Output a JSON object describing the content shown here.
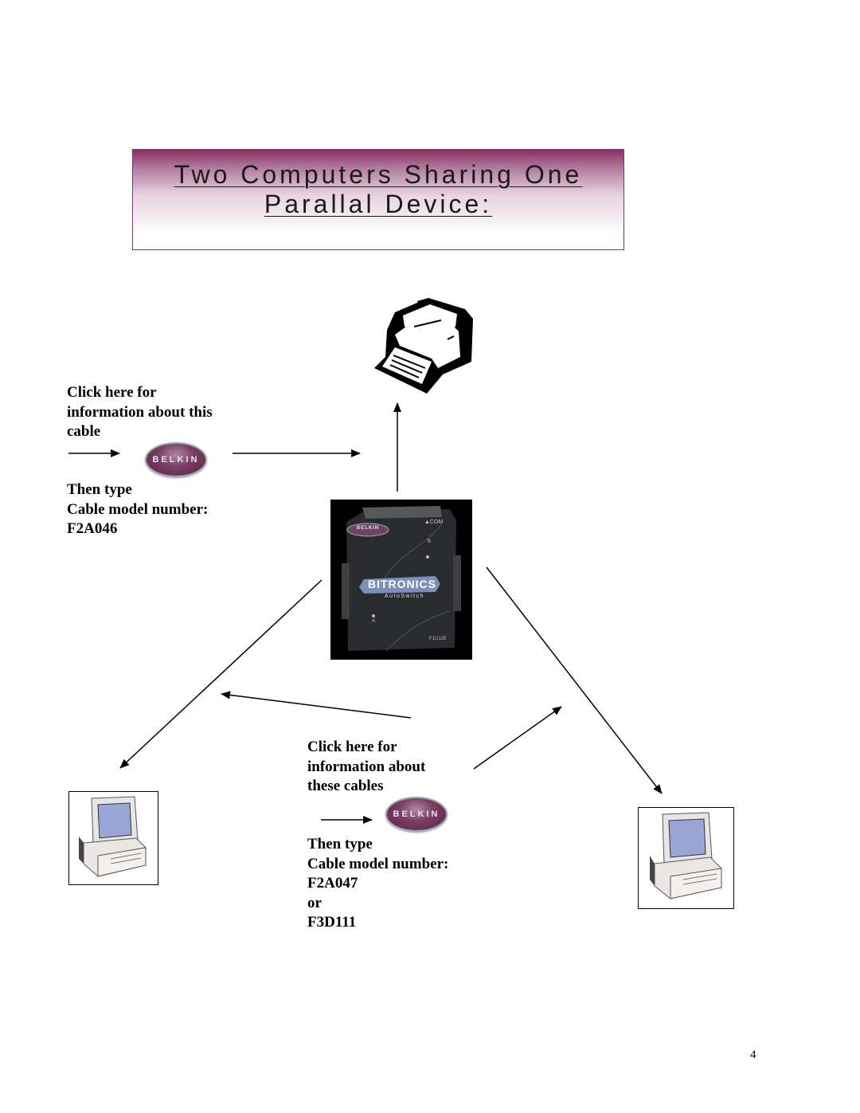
{
  "title": {
    "line1": "Two Computers Sharing One",
    "line2": "Parallal Device:"
  },
  "left_callout": {
    "line1": "Click here for",
    "line2": "information about this",
    "line3": "cable",
    "then_type": "Then type",
    "model_label": "Cable model number:",
    "model_number": "F2A046"
  },
  "center_callout": {
    "line1": "Click here for",
    "line2": "information about",
    "line3": "these cables",
    "then_type": "Then type",
    "model_label": "Cable model number:",
    "model_number_1": "F2A047",
    "or_text": "or",
    "model_number_2": "F3D111"
  },
  "belkin_logo": "BELKIN",
  "switch_device": {
    "brand": "BELKIN",
    "name": "BITRONICS",
    "subname": "AutoSwitch",
    "port_com": "▲COM",
    "port_b": "B",
    "port_a": "A",
    "model": "F1U135"
  },
  "page_number": "4",
  "colors": {
    "title_border": "#8a2a8a",
    "title_gradient_top": "#8a2e62",
    "belkin_badge": "#7c3f64"
  }
}
